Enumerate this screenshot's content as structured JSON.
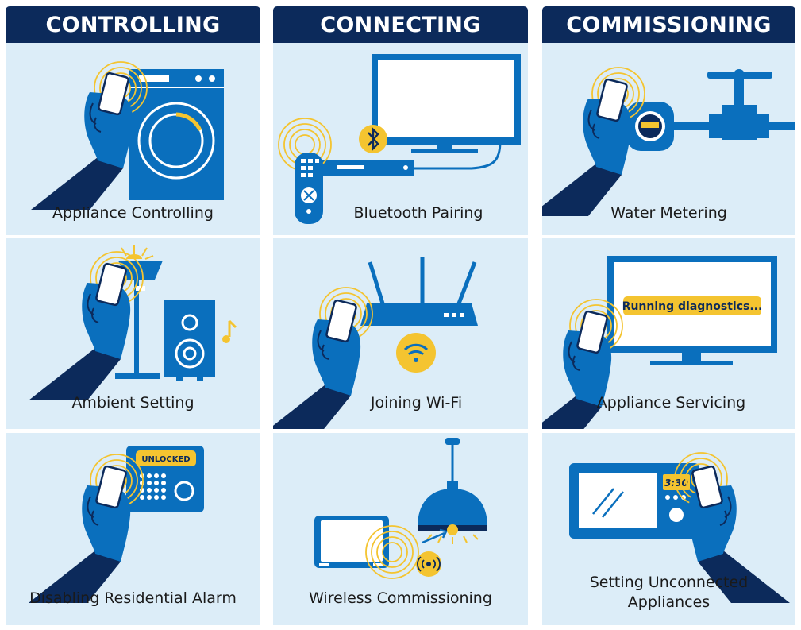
{
  "columns": [
    {
      "title": "CONTROLLING"
    },
    {
      "title": "CONNECTING"
    },
    {
      "title": "COMMISSIONING"
    }
  ],
  "cells": {
    "appliance_controlling": {
      "label": "Appliance Controlling"
    },
    "bluetooth_pairing": {
      "label": "Bluetooth Pairing"
    },
    "water_metering": {
      "label": "Water Metering"
    },
    "ambient_setting": {
      "label": "Ambient Setting"
    },
    "joining_wifi": {
      "label": "Joining Wi-Fi"
    },
    "appliance_servicing": {
      "label": "Appliance Servicing",
      "screen_text": "Running diagnostics..."
    },
    "disabling_alarm": {
      "label": "Disabling Residential Alarm",
      "badge_text": "UNLOCKED"
    },
    "wireless_commissioning": {
      "label": "Wireless Commissioning"
    },
    "setting_unconnected": {
      "label_line1": "Setting Unconnected",
      "label_line2": "Appliances",
      "clock_text": "3:30"
    }
  },
  "colors": {
    "header_bg": "#0c2a5b",
    "panel_bg": "#dcedf8",
    "device_blue": "#0a6fbd",
    "sleeve_navy": "#0c2a5b",
    "accent_yellow": "#f4c430",
    "label_text": "#1a1a1a"
  },
  "icons": [
    "hand-phone-icon",
    "washing-machine-icon",
    "tv-icon",
    "remote-icon",
    "bluetooth-icon",
    "water-meter-icon",
    "valve-icon",
    "lamp-icon",
    "speaker-icon",
    "music-note-icon",
    "router-icon",
    "wifi-icon",
    "monitor-icon",
    "alarm-panel-icon",
    "tablet-icon",
    "nfc-icon",
    "pendant-lamp-icon",
    "microwave-icon"
  ]
}
